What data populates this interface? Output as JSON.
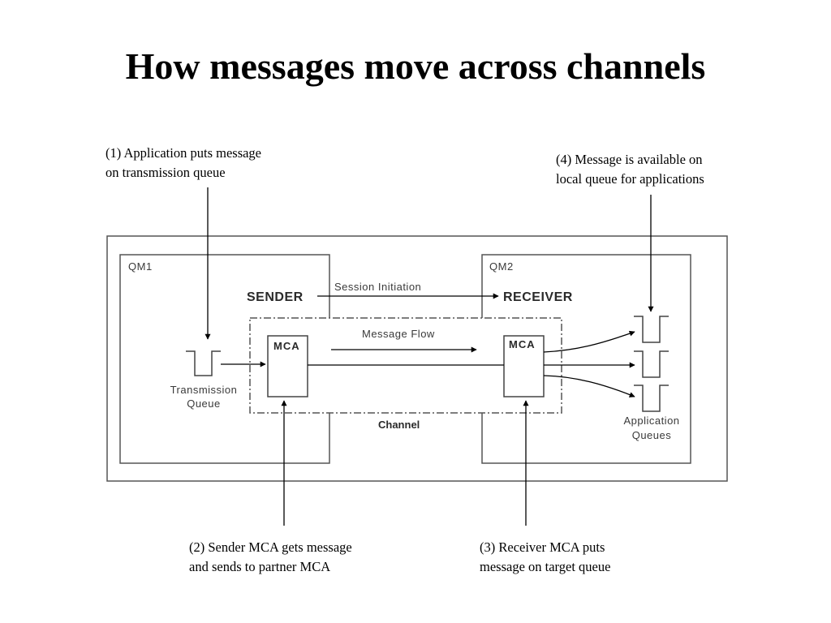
{
  "title": "How messages move across channels",
  "notes": {
    "step1": [
      "(1) Application puts message",
      "on transmission queue"
    ],
    "step2": [
      "(2) Sender MCA gets message",
      "and sends to partner  MCA"
    ],
    "step3": [
      "(3) Receiver MCA puts",
      "message on target queue"
    ],
    "step4": [
      "(4) Message is available on",
      "local queue for applications"
    ]
  },
  "diagram": {
    "qm1": "QM1",
    "qm2": "QM2",
    "sender": "SENDER",
    "receiver": "RECEIVER",
    "session_initiation": "Session Initiation",
    "message_flow": "Message Flow",
    "mca_sender": "MCA",
    "mca_receiver": "MCA",
    "channel": "Channel",
    "transmission_queue": [
      "Transmission",
      "Queue"
    ],
    "application_queues": [
      "Application",
      "Queues"
    ]
  }
}
